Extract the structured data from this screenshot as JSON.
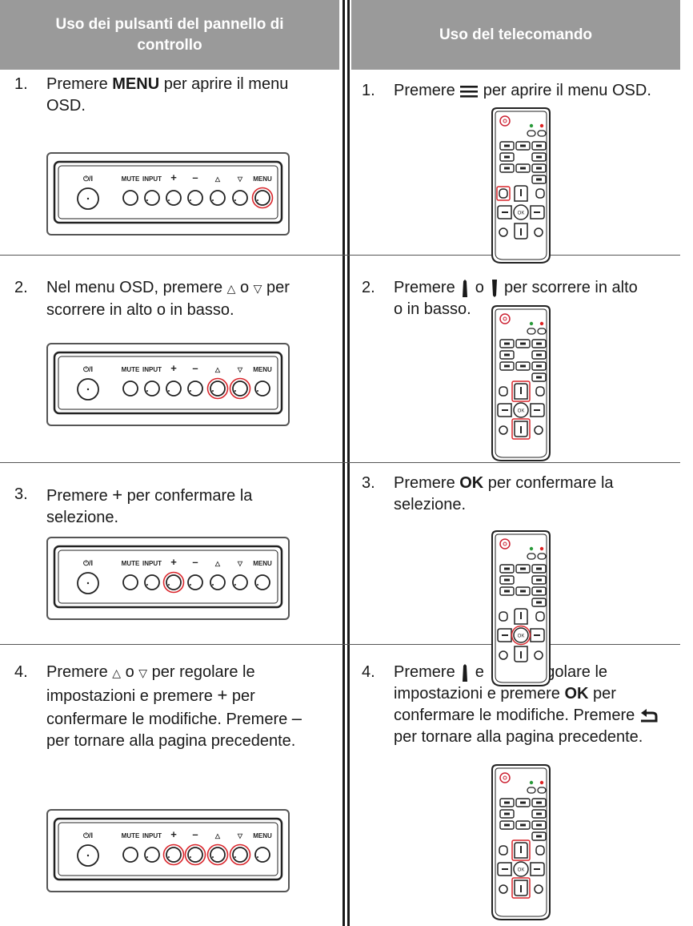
{
  "header": {
    "left_line1": "Uso dei pulsanti del pannello di",
    "left_line2": "controllo",
    "right": "Uso del telecomando"
  },
  "panel": {
    "power": "⏻/I",
    "mute": "MUTE",
    "input": "INPUT",
    "plus": "+",
    "minus": "–",
    "up": "△",
    "down": "▽",
    "menu": "MENU"
  },
  "rows": [
    {
      "left": {
        "num": "1.",
        "line1_a": "Premere ",
        "line1_b": "MENU",
        "line1_c": " per aprire il menu",
        "line2": "OSD."
      },
      "right": {
        "num": "1.",
        "line1_a": "Premere ",
        "line1_b": " per aprire il menu OSD."
      },
      "highlight": [
        "menu"
      ]
    },
    {
      "left": {
        "num": "2.",
        "line1_a": "Nel menu OSD, premere ",
        "line1_b": " o ",
        "line1_c": " per",
        "line2": "scorrere in alto o in basso."
      },
      "right": {
        "num": "2.",
        "line1_a": "Premere ",
        "line1_b": " o ",
        "line1_c": " per scorrere in alto",
        "line2": "o in basso."
      },
      "highlight": [
        "up",
        "down"
      ]
    },
    {
      "left": {
        "num": "3.",
        "line1_a": "Premere ",
        "line1_b": " per confermare la",
        "line2": "selezione."
      },
      "right": {
        "num": "3.",
        "line1_a": "Premere ",
        "line1_b": "OK",
        "line1_c": " per confermare la",
        "line2": "selezione."
      },
      "highlight": [
        "plus"
      ]
    },
    {
      "left": {
        "num": "4.",
        "line1_a": "Premere ",
        "line1_b": " o ",
        "line1_c": " per regolare le",
        "line2_a": "impostazioni e premere ",
        "line2_b": " per",
        "line3_a": "confermare le modifiche. Premere ",
        "line4": "per tornare alla pagina precedente."
      },
      "right": {
        "num": "4.",
        "line1_a": "Premere ",
        "line1_b": " e ",
        "line1_c": " per regolare le",
        "line2_a": "impostazioni e premere ",
        "line2_b": "OK",
        "line2_c": " per",
        "line3_a": "confermare le modifiche. Premere ",
        "line4": "per tornare alla pagina precedente."
      },
      "highlight": [
        "plus",
        "minus",
        "up",
        "down"
      ]
    }
  ],
  "colors": {
    "header_bg": "#9a9a9a",
    "highlight": "#d9262c"
  },
  "remote_labels": {
    "ok": "OK"
  }
}
